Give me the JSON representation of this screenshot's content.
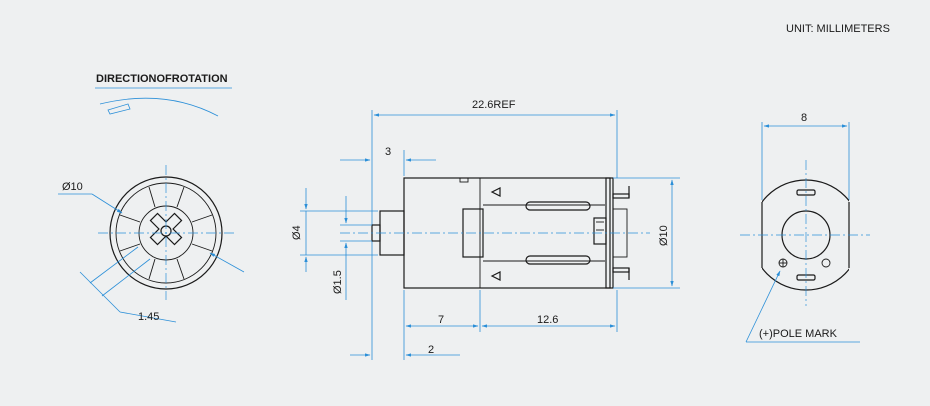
{
  "unit_label": "UNIT: MILLIMETERS",
  "rotation_title": "DIRECTIONOFROTATION",
  "front_view": {
    "diameter_label": "Ø10",
    "gap_label": "1.45"
  },
  "side_view": {
    "length_label": "22.6REF",
    "shaft_length_label": "3",
    "shaft_diameter_label": "Ø4",
    "inner_shaft_label": "Ø1.5",
    "body_diameter_label": "Ø10",
    "front_section_label": "7",
    "rear_section_label": "12.6",
    "shaft_stub_label": "2"
  },
  "rear_view": {
    "width_label": "8",
    "pole_mark_label": "(+)POLE MARK"
  },
  "colors": {
    "dimension_line": "#2b8fd8",
    "outline": "#1a1a1a",
    "background": "#eef0f1"
  }
}
